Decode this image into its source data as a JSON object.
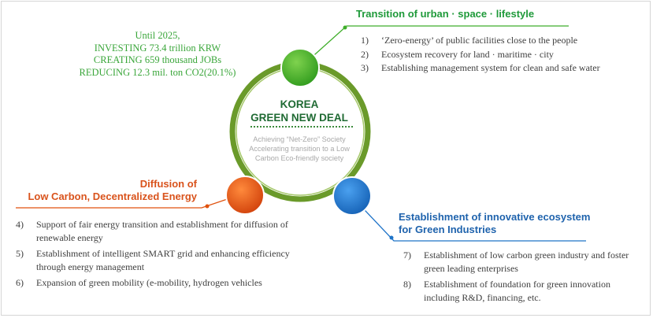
{
  "summary": {
    "line1": "Until 2025,",
    "line2": "INVESTING 73.4 trillion KRW",
    "line3": "CREATING 659 thousand JOBs",
    "line4": "REDUCING 12.3 mil. ton CO2(20.1%)"
  },
  "center": {
    "title_line1": "KOREA",
    "title_line2": "GREEN NEW DEAL",
    "subtitle": "Achieving “Net-Zero” Society Accelerating transition to a Low Carbon Eco-friendly society"
  },
  "sections": {
    "urban": {
      "heading": "Transition of urban · space · lifestyle",
      "items": [
        {
          "num": "1)",
          "text": "‘Zero-energy’ of public facilities close to the people"
        },
        {
          "num": "2)",
          "text": "Ecosystem recovery for land · maritime · city"
        },
        {
          "num": "3)",
          "text": "Establishing management system for clean and safe water"
        }
      ]
    },
    "energy": {
      "heading_line1": "Diffusion of",
      "heading_line2": "Low Carbon, Decentralized Energy",
      "items": [
        {
          "num": "4)",
          "text": "Support of fair energy transition and establishment for diffusion of renewable energy"
        },
        {
          "num": "5)",
          "text": "Establishment of intelligent SMART grid and enhancing efficiency through energy management"
        },
        {
          "num": "6)",
          "text": "Expansion of green mobility (e-mobility, hydrogen vehicles"
        }
      ]
    },
    "industry": {
      "heading_line1": "Establishment of innovative ecosystem",
      "heading_line2": "for Green Industries",
      "items": [
        {
          "num": "7)",
          "text": "Establishment of low carbon green industry and foster green leading enterprises"
        },
        {
          "num": "8)",
          "text": "Establishment of foundation for green innovation including R&D, financing, etc."
        }
      ]
    }
  },
  "colors": {
    "green": "#3fae2a",
    "orange": "#e0520e",
    "blue": "#1e73c8",
    "ring": "#6a9a2a",
    "urban_heading": "#1f9a3a",
    "energy_heading": "#d9531c",
    "industry_heading": "#1f63ad"
  }
}
